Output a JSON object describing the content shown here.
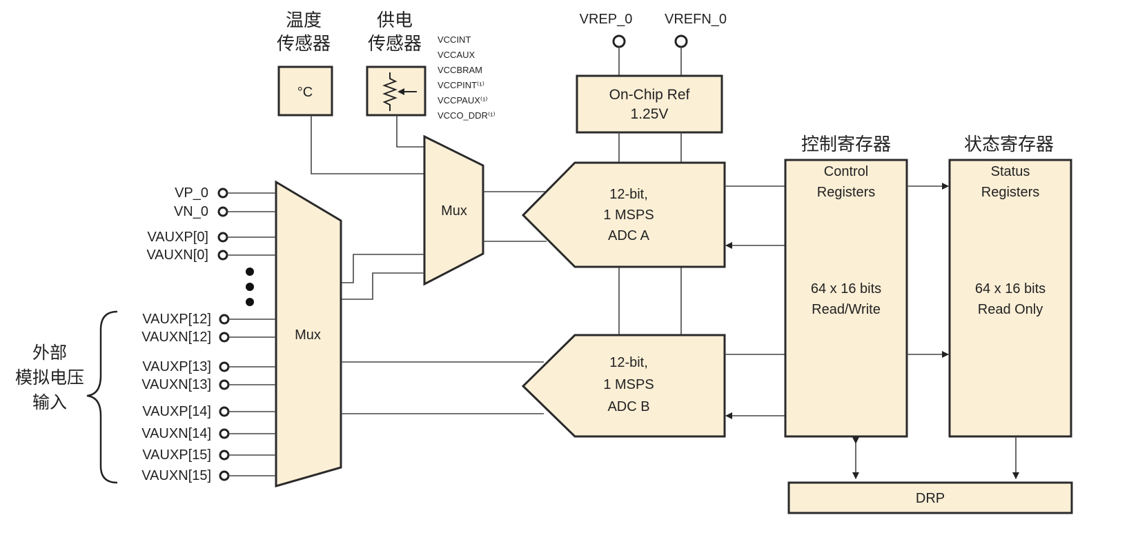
{
  "temp_sensor": {
    "title_line1": "温度",
    "title_line2": "传感器",
    "label": "°C"
  },
  "power_sensor": {
    "title_line1": "供电",
    "title_line2": "传感器",
    "rails": [
      "VCCINT",
      "VCCAUX",
      "VCCBRAM",
      "VCCPINT⁽¹⁾",
      "VCCPAUX⁽¹⁾",
      "VCCO_DDR⁽¹⁾"
    ]
  },
  "ref_pins": [
    "VREP_0",
    "VREFN_0"
  ],
  "onchip_ref": {
    "line1": "On-Chip Ref",
    "line2": "1.25V"
  },
  "mux_small": {
    "label": "Mux"
  },
  "mux_large": {
    "label": "Mux"
  },
  "inputs_top": [
    "VP_0",
    "VN_0",
    "VAUXP[0]",
    "VAUXN[0]"
  ],
  "inputs_bottom": [
    "VAUXP[12]",
    "VAUXN[12]",
    "VAUXP[13]",
    "VAUXN[13]",
    "VAUXP[14]",
    "VAUXN[14]",
    "VAUXP[15]",
    "VAUXN[15]"
  ],
  "external_label": {
    "line1": "外部",
    "line2": "模拟电压",
    "line3": "输入"
  },
  "adc_a": {
    "line1": "12-bit,",
    "line2": "1 MSPS",
    "line3": "ADC A"
  },
  "adc_b": {
    "line1": "12-bit,",
    "line2": "1 MSPS",
    "line3": "ADC B"
  },
  "control_registers": {
    "title": "控制寄存器",
    "line1": "Control",
    "line2": "Registers",
    "line3": "64 x 16 bits",
    "line4": "Read/Write"
  },
  "status_registers": {
    "title": "状态寄存器",
    "line1": "Status",
    "line2": "Registers",
    "line3": "64 x 16 bits",
    "line4": "Read Only"
  },
  "drp": {
    "label": "DRP"
  }
}
